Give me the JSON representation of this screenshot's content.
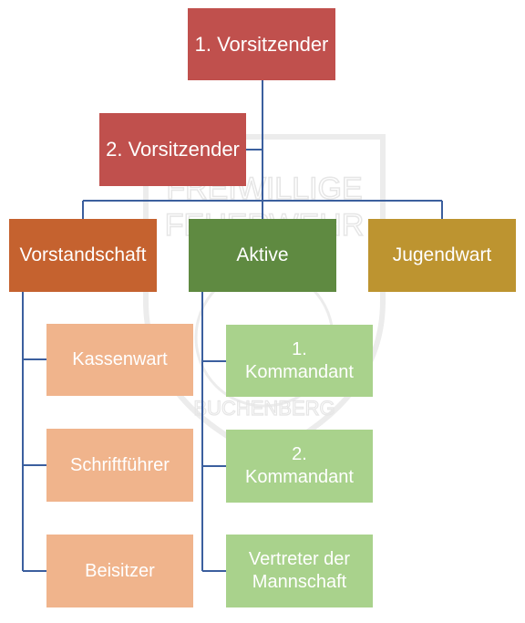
{
  "nodes": {
    "first_chair": "1. Vorsitzender",
    "second_chair": "2. Vorsitzender",
    "board": "Vorstandschaft",
    "active": "Aktive",
    "youth_warden": "Jugendwart",
    "treasurer": "Kassenwart",
    "secretary": "Schriftführer",
    "assessor": "Beisitzer",
    "first_commander": "1.\nKommandant",
    "second_commander": "2.\nKommandant",
    "crew_rep": "Vertreter der\nMannschaft"
  },
  "watermark": {
    "top_text": "FREIWILLIGE",
    "mid_text": "FEUERWEHR",
    "bottom_text": "BUCHENBERG"
  },
  "colors": {
    "top_box": "#c0504d",
    "board_box": "#c5622f",
    "active_box": "#5f8a41",
    "youth_box": "#bd9430",
    "board_child": "#f0b48c",
    "active_child": "#a9d28c",
    "connector": "#3b5f9e",
    "watermark": "#e9e9e9"
  }
}
